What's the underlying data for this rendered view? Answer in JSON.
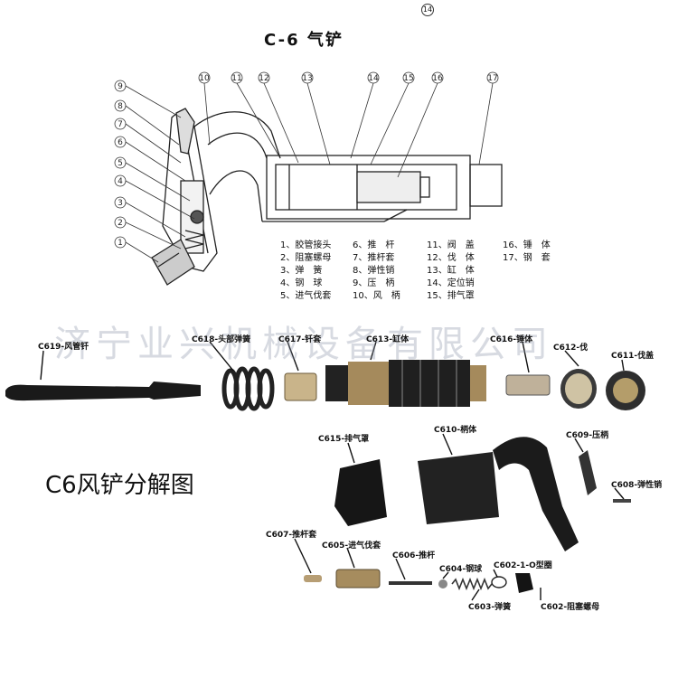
{
  "title": "C-6 气铲",
  "top_number": "14",
  "exploded_title": "C6风铲分解图",
  "watermark": "济宁业兴机械设备有限公司",
  "callout_numbers": [
    "1",
    "2",
    "3",
    "4",
    "5",
    "6",
    "7",
    "8",
    "9",
    "10",
    "11",
    "12",
    "13",
    "14",
    "15",
    "16",
    "17"
  ],
  "legend": [
    "1、胶管接头",
    "2、阻塞螺母",
    "3、弹　簧",
    "4、钢　球",
    "5、进气伐套",
    "6、推　杆",
    "7、推杆套",
    "8、弹性销",
    "9、压　柄",
    "10、风　柄",
    "11、阀　盖",
    "12、伐　体",
    "13、缸　体",
    "14、定位销",
    "15、排气罩",
    "16、锤　体",
    "17、钢　套"
  ],
  "parts": {
    "c619": "C619-风管钎",
    "c618": "C618-头部弹簧",
    "c617": "C617-钎套",
    "c613": "C613-缸体",
    "c616": "C616-锤体",
    "c612": "C612-伐",
    "c611": "C611-伐盖",
    "c615": "C615-排气罩",
    "c610": "C610-柄体",
    "c609": "C609-压柄",
    "c608": "C608-弹性销",
    "c607": "C607-推杆套",
    "c605": "C605-进气伐套",
    "c606": "C606-推杆",
    "c604": "C604-钢球",
    "c602a": "C602-1-O型圈",
    "c603": "C603-弹簧",
    "c602b": "C602-阻塞螺母"
  }
}
